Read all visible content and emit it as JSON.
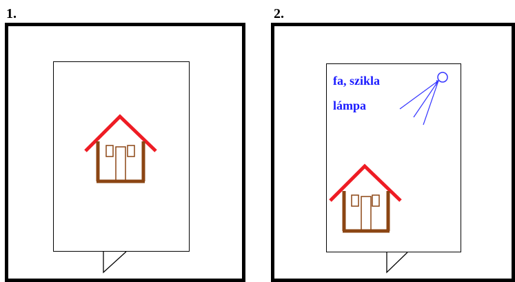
{
  "panels": [
    {
      "number": "1."
    },
    {
      "number": "2.",
      "note_line1": "fa, szikla",
      "note_line2": "lámpa"
    }
  ],
  "colors": {
    "roof": "#ee1c24",
    "house": "#8b4513",
    "note": "#1a1aff",
    "lamp": "#3333ff",
    "frame": "#000000"
  },
  "icons": [
    "house-icon",
    "lamp-icon",
    "speech-bubble-tail"
  ]
}
